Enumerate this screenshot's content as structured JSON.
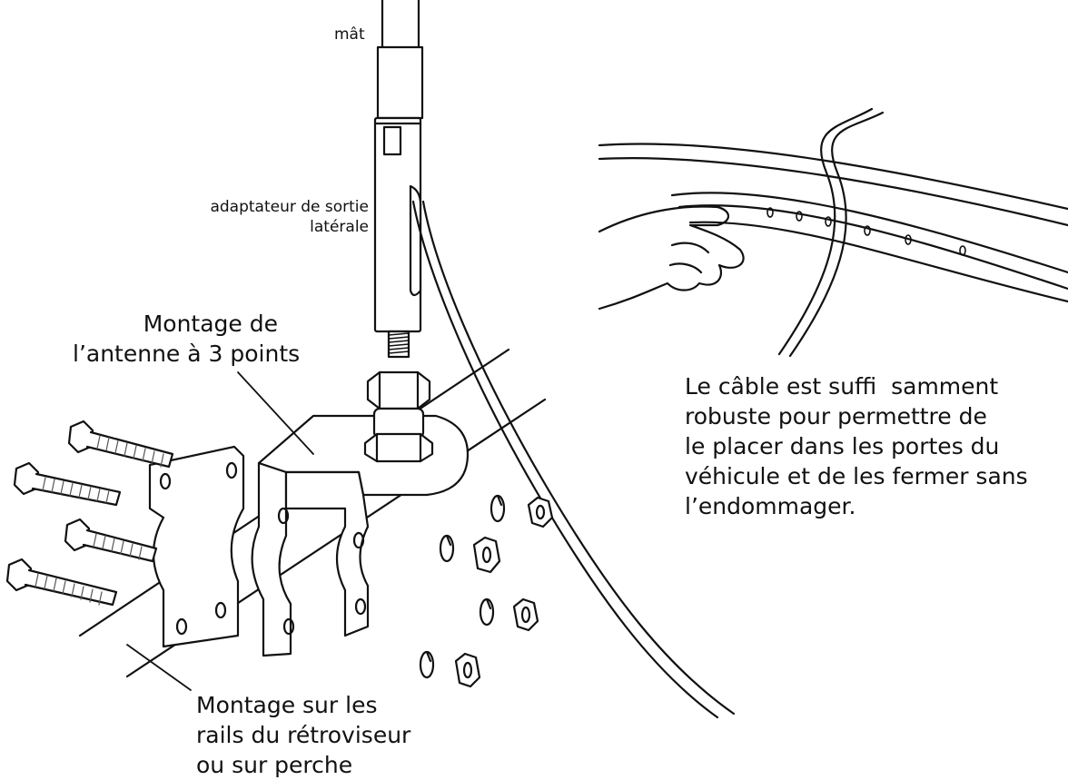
{
  "labels": {
    "mast": "mât",
    "side_exit_adapter_line1": "adaptateur de sortie",
    "side_exit_adapter_line2": "latérale",
    "three_point_mount_line1": "Montage de",
    "three_point_mount_line2": "l’antenne à 3 points",
    "cable_note_line1": "Le câble est suffi  samment",
    "cable_note_line2": "robuste pour permettre de",
    "cable_note_line3": "le placer dans les portes du",
    "cable_note_line4": "véhicule et de les fermer sans",
    "cable_note_line5": "l’endommager.",
    "mirror_mount_line1": "Montage sur les",
    "mirror_mount_line2": "rails du rétroviseur",
    "mirror_mount_line3": "ou sur perche"
  },
  "colors": {
    "ink": "#111111",
    "metal_fill": "#ffffff",
    "thread": "#555555"
  }
}
